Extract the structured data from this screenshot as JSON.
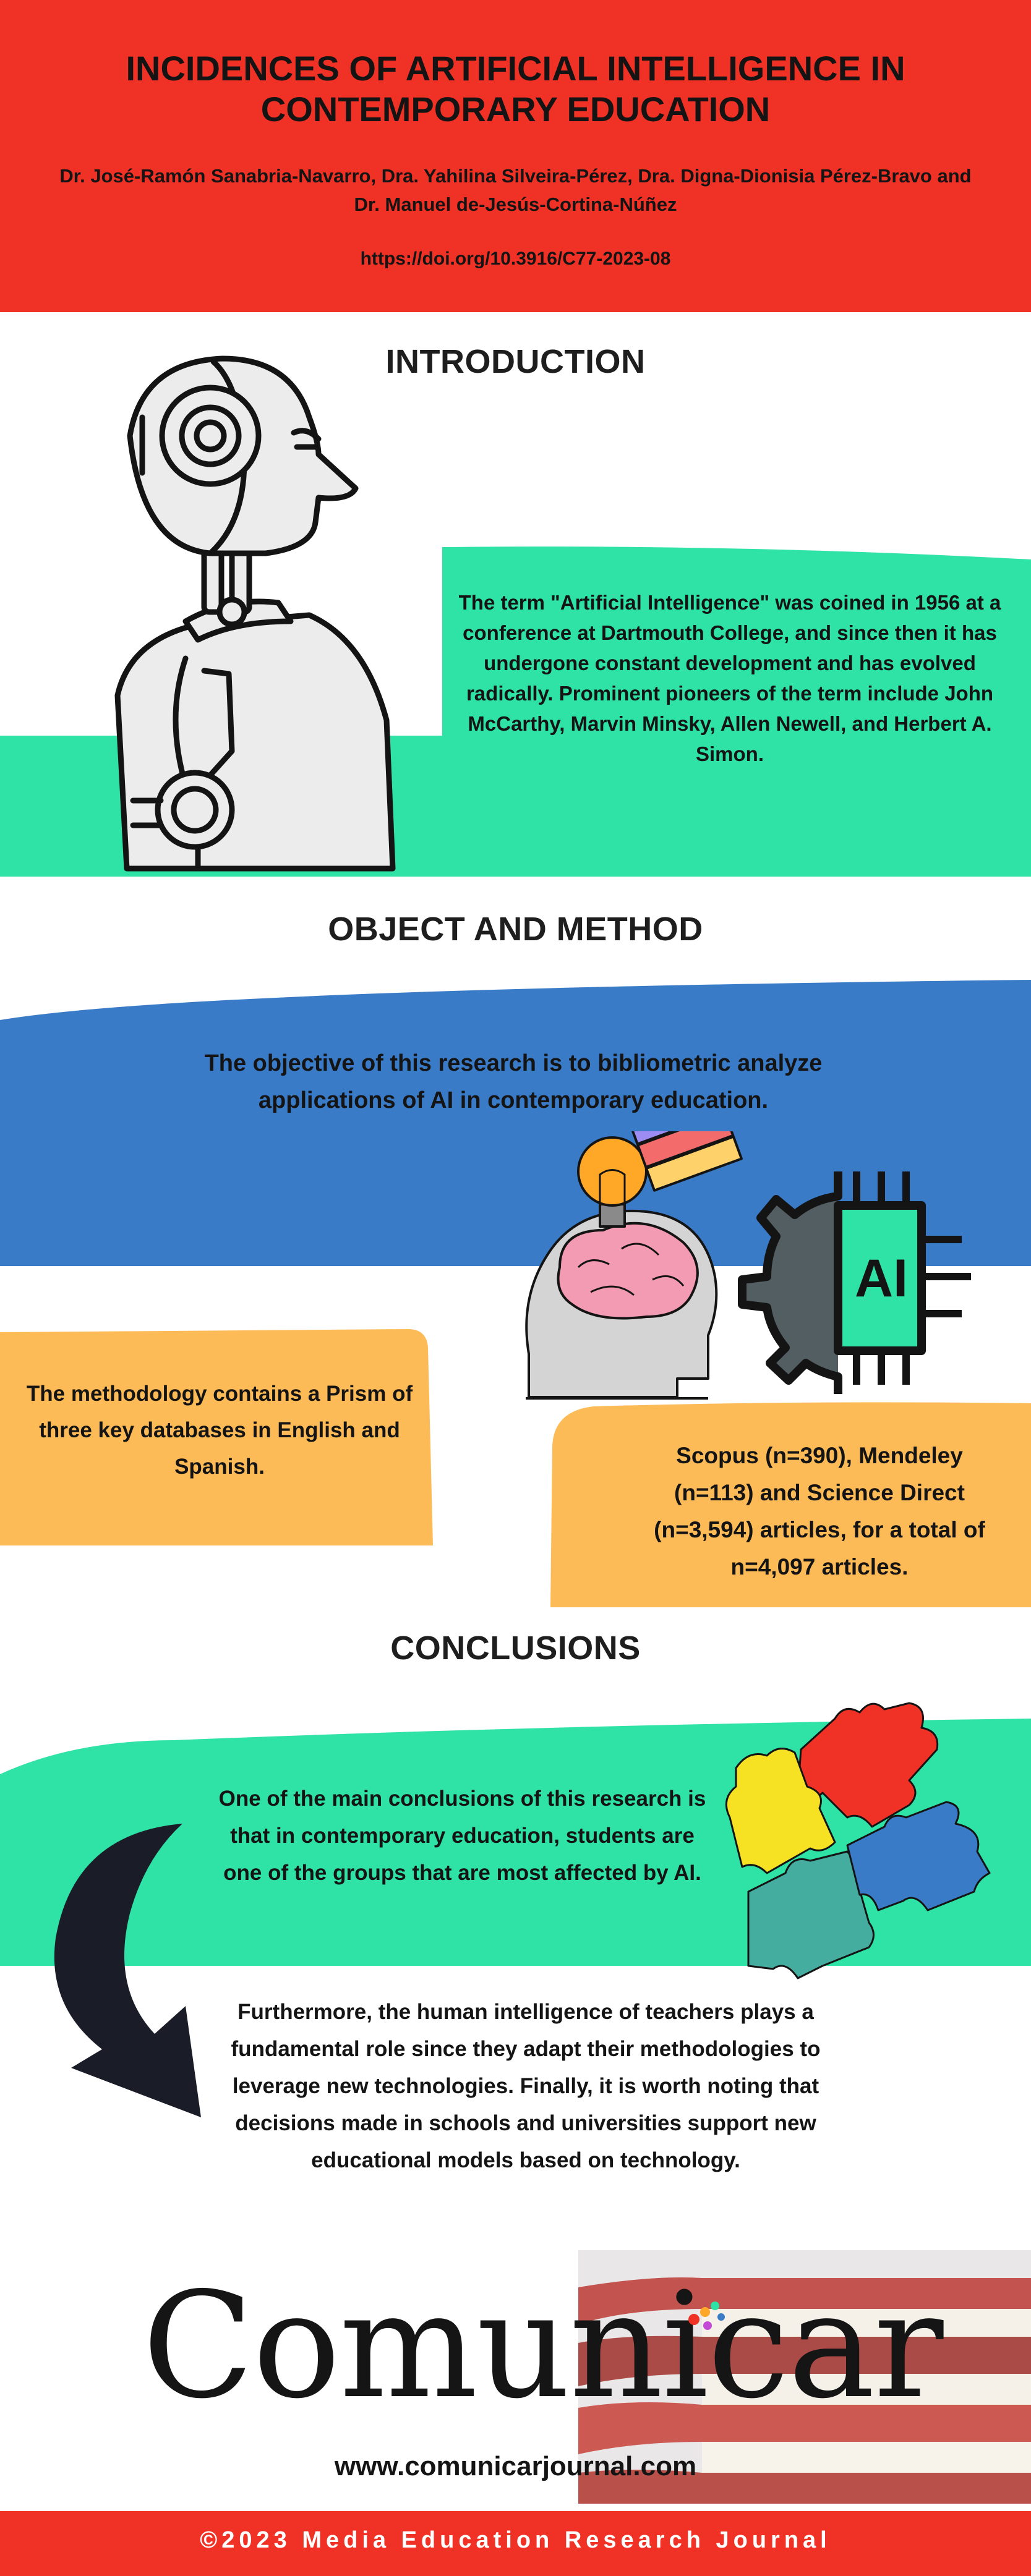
{
  "header": {
    "title": "INCIDENCES OF ARTIFICIAL INTELLIGENCE IN CONTEMPORARY EDUCATION",
    "authors": "Dr. José-Ramón Sanabria-Navarro, Dra. Yahilina Silveira-Pérez, Dra. Digna-Dionisia Pérez-Bravo and Dr. Manuel de-Jesús-Cortina-Núñez",
    "doi": "https://doi.org/10.3916/C77-2023-08"
  },
  "introduction": {
    "heading": "INTRODUCTION",
    "text": "The term \"Artificial Intelligence\" was coined in 1956 at a conference at Dartmouth College, and since then it has undergone constant development and has evolved radically. Prominent pioneers of the term include John McCarthy, Marvin Minsky, Allen Newell, and Herbert A. Simon."
  },
  "object_method": {
    "heading": "OBJECT AND METHOD",
    "objective": "The objective of this research is to bibliometric analyze applications of AI in contemporary education.",
    "methodology": "The methodology contains a Prism of three key databases in English and Spanish.",
    "databases": "Scopus (n=390), Mendeley (n=113) and Science Direct (n=3,594) articles, for a total of n=4,097 articles.",
    "ai_chip_label": "AI"
  },
  "conclusions": {
    "heading": "CONCLUSIONS",
    "text1": "One of the main conclusions of this research is that in contemporary education, students are one of the groups that are most affected by AI.",
    "text2": "Furthermore, the human intelligence of teachers plays a fundamental role since they adapt their methodologies to leverage new technologies. Finally, it is worth noting that decisions made in schools and universities support new educational models based on technology."
  },
  "brand": {
    "logo_text": "Comunicar",
    "website": "www.comunicarjournal.com"
  },
  "footer": {
    "text": "©2023 Media Education Research Journal"
  },
  "colors": {
    "red": "#ef3225",
    "green": "#2fe2a5",
    "blue": "#3a7bc8",
    "orange": "#fdbb57",
    "dark": "#141414"
  }
}
